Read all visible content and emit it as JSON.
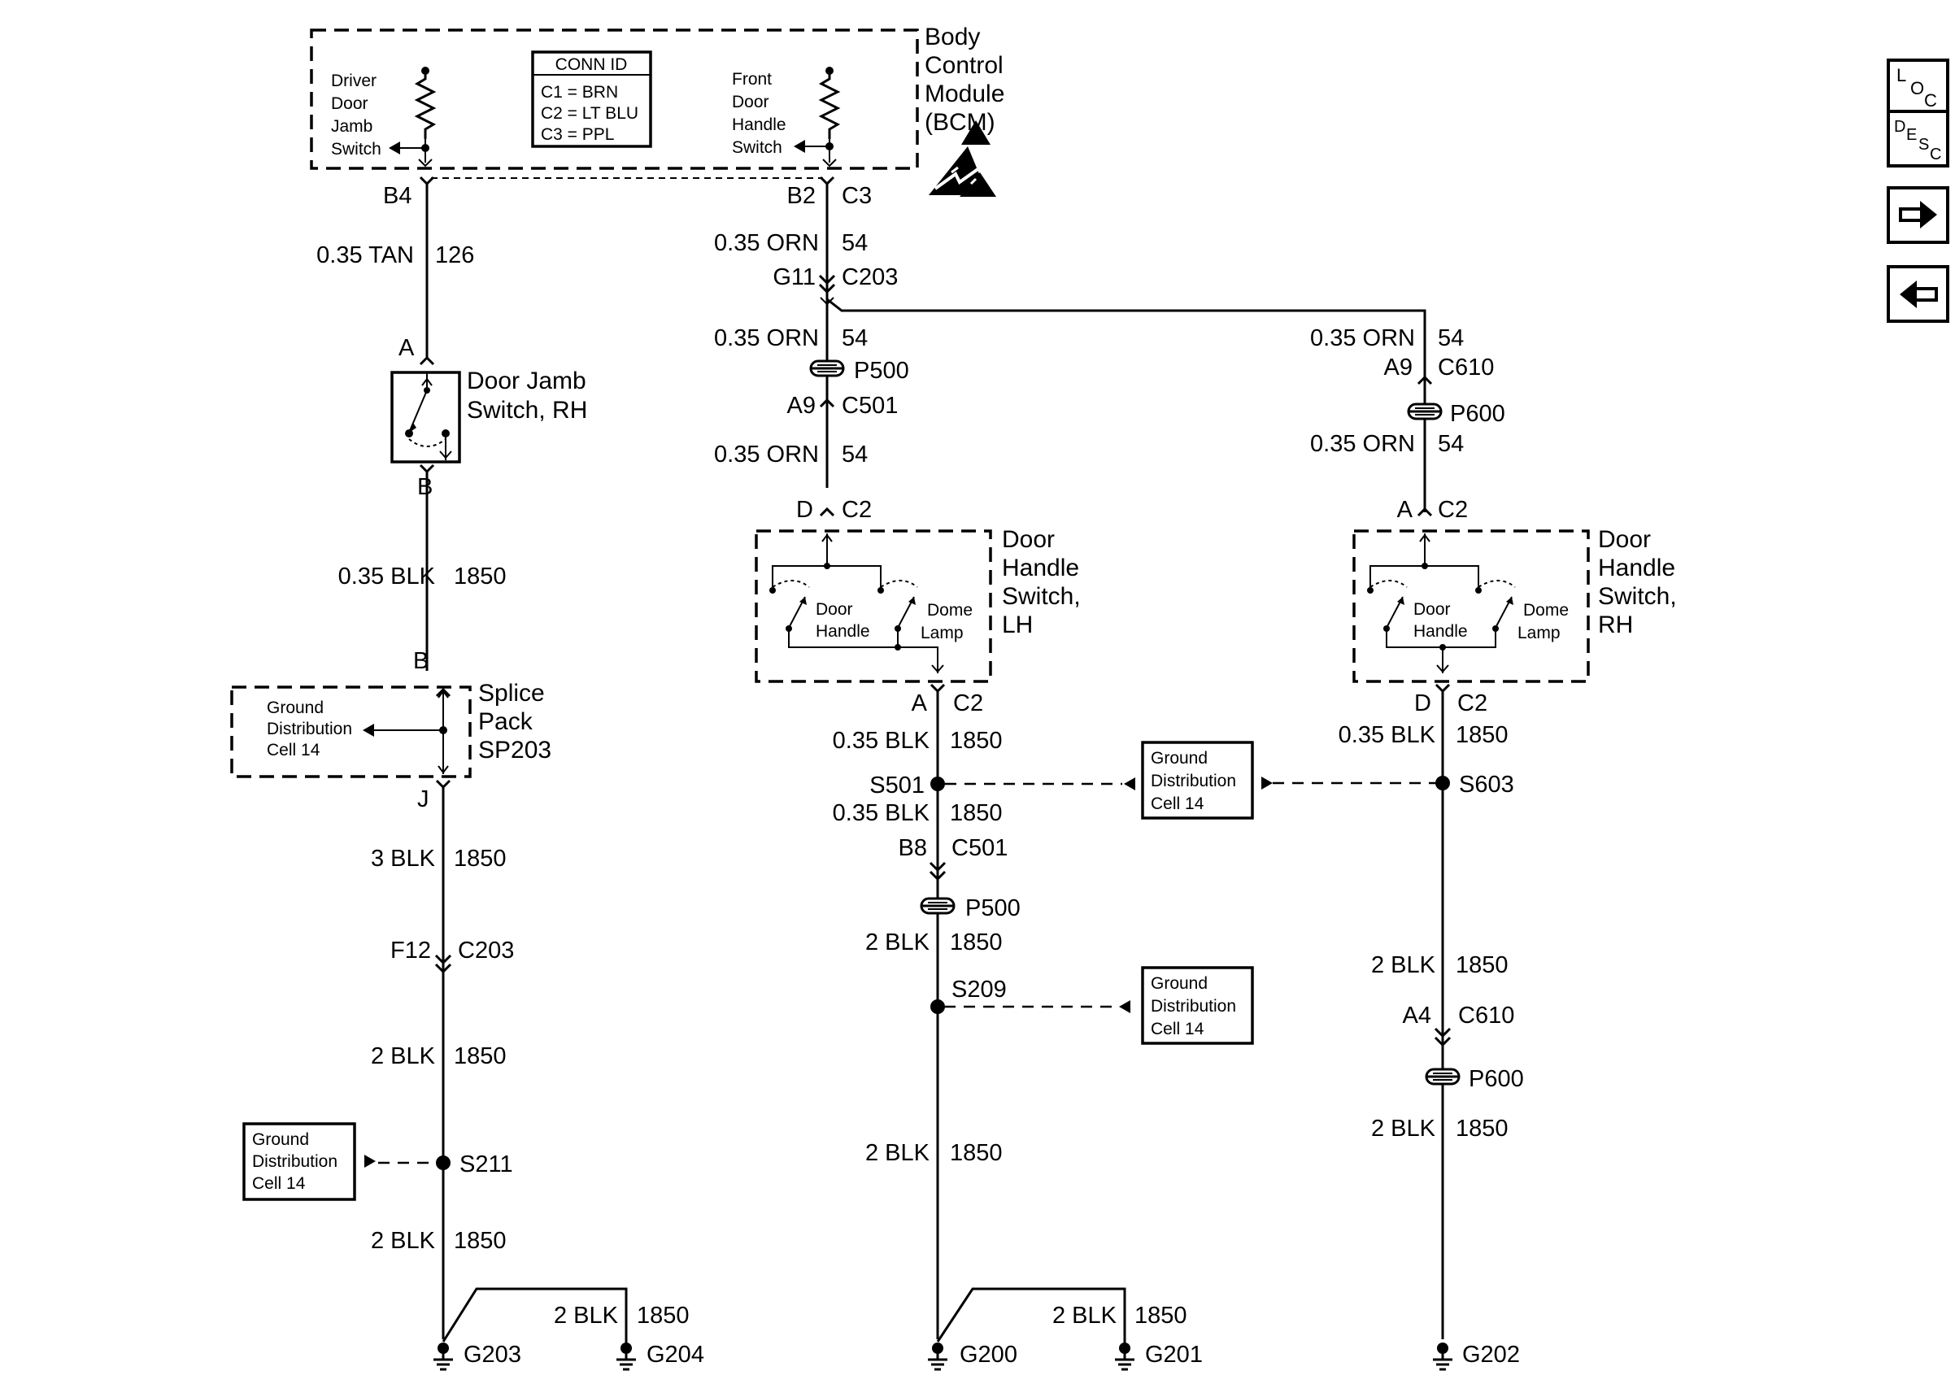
{
  "bcm": {
    "title": [
      "Body",
      "Control",
      "Module",
      "(BCM)"
    ],
    "driver_switch": [
      "Driver",
      "Door",
      "Jamb",
      "Switch"
    ],
    "front_switch": [
      "Front",
      "Door",
      "Handle",
      "Switch"
    ],
    "conn_id": {
      "title": "CONN ID",
      "rows": [
        "C1 = BRN",
        "C2 = LT BLU",
        "C3 = PPL"
      ]
    }
  },
  "left_circuit": {
    "bcm_pin": "B4",
    "w1": {
      "label": "0.35 TAN",
      "circuit": "126"
    },
    "jamb_pin_in": "A",
    "jamb_switch": [
      "Door Jamb",
      "Switch, RH"
    ],
    "jamb_pin_out": "B",
    "w2": {
      "label": "0.35 BLK",
      "circuit": "1850"
    },
    "splice_pin_in": "B",
    "splice_pack": [
      "Splice",
      "Pack",
      "SP203"
    ],
    "splice_ground": [
      "Ground",
      "Distribution",
      "Cell 14"
    ],
    "splice_pin_out": "J",
    "w3": {
      "label": "3 BLK",
      "circuit": "1850"
    },
    "conn": {
      "pin": "F12",
      "id": "C203"
    },
    "w4": {
      "label": "2 BLK",
      "circuit": "1850"
    },
    "splice": "S211",
    "splice_ref": [
      "Ground",
      "Distribution",
      "Cell 14"
    ],
    "w5": {
      "label": "2 BLK",
      "circuit": "1850"
    },
    "branch": {
      "label": "2 BLK",
      "circuit": "1850"
    },
    "grounds": [
      "G203",
      "G204"
    ]
  },
  "middle_circuit": {
    "bcm_pins": [
      "B2",
      "C3"
    ],
    "w1": {
      "label": "0.35 ORN",
      "circuit": "54"
    },
    "conn1": {
      "pin": "G11",
      "id": "C203"
    },
    "w2": {
      "label": "0.35 ORN",
      "circuit": "54"
    },
    "pass1": "P500",
    "conn2": {
      "pin": "A9",
      "id": "C501"
    },
    "w3": {
      "label": "0.35 ORN",
      "circuit": "54"
    },
    "switch_pin_in": [
      "D",
      "C2"
    ],
    "switch": [
      "Door",
      "Handle",
      "Switch,",
      "LH"
    ],
    "contacts": [
      [
        "Door",
        "Handle"
      ],
      [
        "Dome",
        "Lamp"
      ]
    ],
    "switch_pin_out": [
      "A",
      "C2"
    ],
    "w4": {
      "label": "0.35 BLK",
      "circuit": "1850"
    },
    "splice1": "S501",
    "w5": {
      "label": "0.35 BLK",
      "circuit": "1850"
    },
    "conn3": {
      "pin": "B8",
      "id": "C501"
    },
    "pass2": "P500",
    "w6": {
      "label": "2 BLK",
      "circuit": "1850"
    },
    "splice2": "S209",
    "w7": {
      "label": "2 BLK",
      "circuit": "1850"
    },
    "branch": {
      "label": "2 BLK",
      "circuit": "1850"
    },
    "grounds": [
      "G200",
      "G201"
    ]
  },
  "right_circuit": {
    "w1": {
      "label": "0.35 ORN",
      "circuit": "54"
    },
    "conn1": {
      "pin": "A9",
      "id": "C610"
    },
    "pass1": "P600",
    "w2": {
      "label": "0.35 ORN",
      "circuit": "54"
    },
    "switch_pin_in": [
      "A",
      "C2"
    ],
    "switch": [
      "Door",
      "Handle",
      "Switch,",
      "RH"
    ],
    "contacts": [
      [
        "Door",
        "Handle"
      ],
      [
        "Dome",
        "Lamp"
      ]
    ],
    "switch_pin_out": [
      "D",
      "C2"
    ],
    "w3": {
      "label": "0.35 BLK",
      "circuit": "1850"
    },
    "splice": "S603",
    "w4": {
      "label": "2 BLK",
      "circuit": "1850"
    },
    "conn2": {
      "pin": "A4",
      "id": "C610"
    },
    "pass2": "P600",
    "w5": {
      "label": "2 BLK",
      "circuit": "1850"
    },
    "ground": "G202"
  },
  "shared_ground_ref": [
    "Ground",
    "Distribution",
    "Cell 14"
  ],
  "middle_ground_ref": [
    "Ground",
    "Distribution",
    "Cell 14"
  ],
  "nav": {
    "loc": [
      "L",
      "O",
      "C"
    ],
    "desc": [
      "D",
      "E",
      "S",
      "C"
    ],
    "next_icon": "arrow-right-icon",
    "prev_icon": "arrow-left-icon"
  }
}
